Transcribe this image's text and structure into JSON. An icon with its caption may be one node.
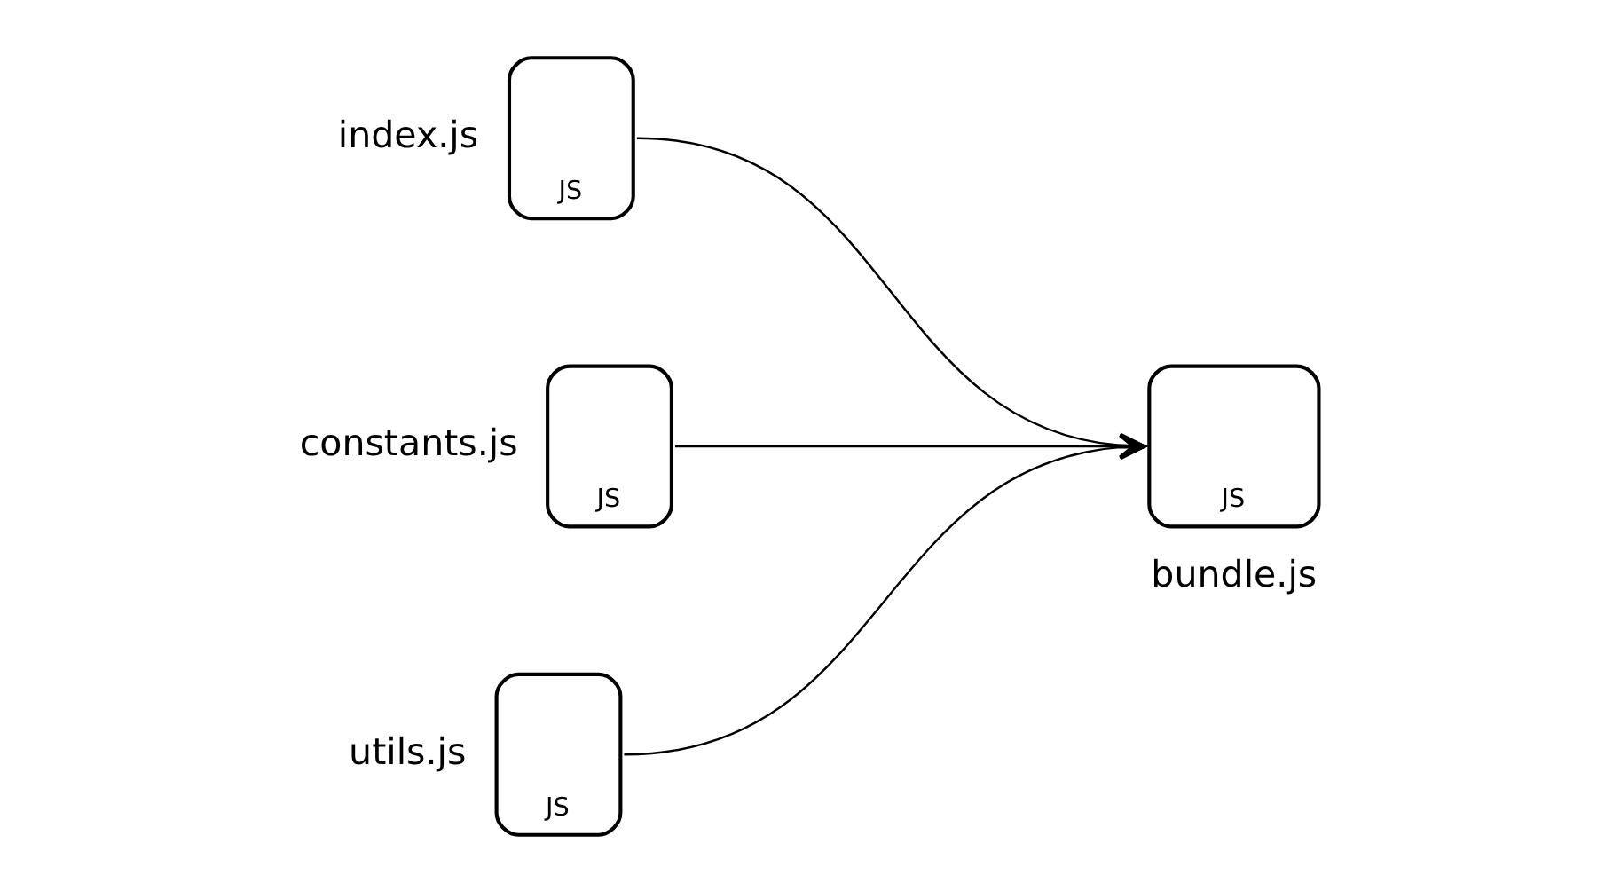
{
  "diagram": {
    "nodes": [
      {
        "text": [
          "JS"
        ],
        "beside": [
          "index.js"
        ]
      },
      {
        "text": [
          "JS"
        ],
        "beside": [
          "constants.js"
        ]
      },
      {
        "text": [
          "JS"
        ],
        "beside": [
          "utils.js"
        ]
      },
      {
        "text": [
          "JS"
        ],
        "beside": [
          "bundle.js"
        ]
      }
    ],
    "edges": [
      {
        "from": 0,
        "to": 3,
        "arrow": "to"
      },
      {
        "from": 1,
        "to": 3,
        "arrow": "to"
      },
      {
        "from": 2,
        "to": 3,
        "arrow": "to"
      }
    ]
  }
}
